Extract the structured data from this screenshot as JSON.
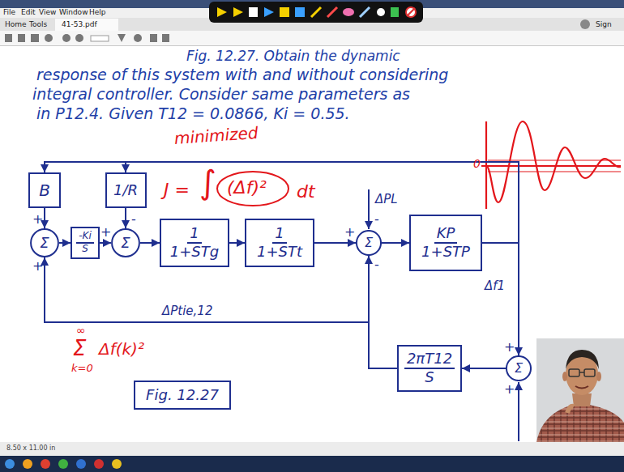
{
  "diagram": {
    "nodes": [
      {
        "text": [
          "B"
        ]
      },
      {
        "text": [
          "1/R"
        ]
      },
      {
        "text": [
          "Σ"
        ]
      },
      {
        "text": [
          "-Ki",
          "S"
        ]
      },
      {
        "text": [
          "Σ"
        ]
      },
      {
        "text": [
          "1",
          "1+STg"
        ]
      },
      {
        "text": [
          "1",
          "1+STt"
        ]
      },
      {
        "text": [
          "Σ"
        ]
      },
      {
        "text": [
          "KP",
          "1+STP"
        ]
      },
      {
        "text": [
          "Σ"
        ]
      },
      {
        "text": [
          "2πT12",
          "S"
        ]
      },
      {
        "text": [
          "Fig. 12.27"
        ]
      }
    ],
    "edges": [
      {
        "from": 8,
        "to": 0,
        "arrow": "to"
      },
      {
        "from": 8,
        "to": 1,
        "arrow": "to"
      },
      {
        "from": 8,
        "to": 9,
        "arrow": "to"
      },
      {
        "from": 0,
        "to": 2,
        "arrow": "to"
      },
      {
        "from": 1,
        "to": 4,
        "arrow": "to"
      },
      {
        "from": 2,
        "to": 3,
        "arrow": "to"
      },
      {
        "from": 3,
        "to": 4,
        "arrow": "to"
      },
      {
        "from": 4,
        "to": 5,
        "arrow": "to"
      },
      {
        "from": 5,
        "to": 6,
        "arrow": "to"
      },
      {
        "from": 6,
        "to": 7,
        "arrow": "to"
      },
      {
        "from": 7,
        "to": 8,
        "arrow": "to"
      },
      {
        "from": 9,
        "to": 10,
        "arrow": "to"
      },
      {
        "from": 10,
        "to": 2,
        "arrow": "to"
      },
      {
        "from": 10,
        "to": 7,
        "arrow": "to"
      }
    ],
    "labels": [
      "File",
      "Edit",
      "View",
      "Window",
      "Help",
      "Home",
      "Tools",
      "41-53.pdf",
      "Sign",
      "Fig. 12.27. Obtain the dynamic",
      "response of this system with and without considering",
      "integral controller. Consider same parameters as",
      "in P12.4. Given T12 = 0.0866, Ki = 0.55.",
      "minimized",
      "J =",
      "∫",
      "(Δf)²",
      "dt",
      "0",
      "ΔPL",
      "ΔPtie,12",
      "Δf1",
      "∞",
      "Σ",
      "Δf(k)²",
      "k=0",
      "+",
      "+",
      "-",
      "+",
      "+",
      "-",
      "-",
      "+",
      "+",
      "8.50 x 11.00 in"
    ]
  }
}
